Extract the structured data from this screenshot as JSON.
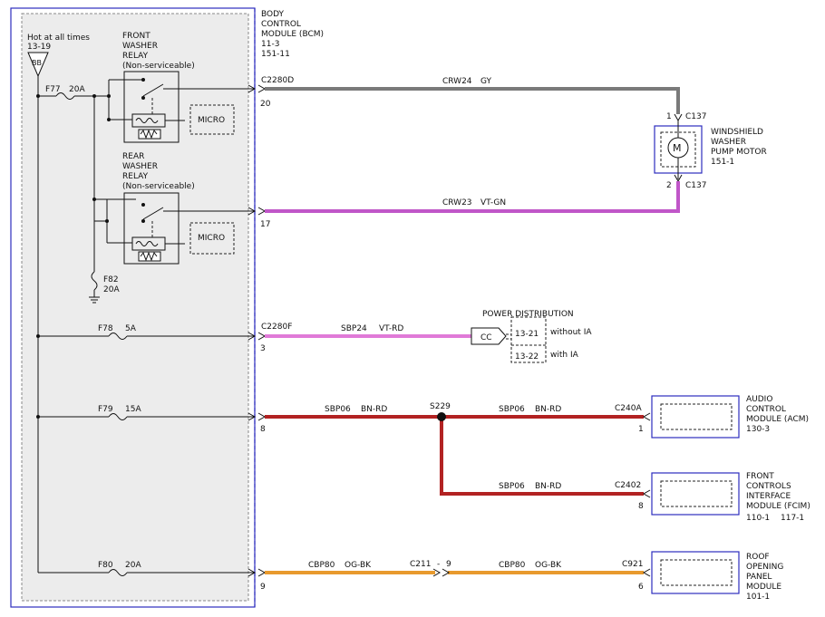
{
  "colors": {
    "wire_gy": "#7a7a7a",
    "wire_vt_gn": "#c056c8",
    "wire_vt_rd": "#e07ad8",
    "wire_bn_rd": "#b22222",
    "wire_og_bk": "#e89a2e",
    "module_outline": "#2d2dbf",
    "panel_fill": "#ececec"
  },
  "bcm": {
    "title_lines": [
      "BODY",
      "CONTROL",
      "MODULE (BCM)",
      "11-3",
      "151-11"
    ],
    "hot_text": "Hot at all times",
    "hot_ref": "13-19",
    "bus_label": "BB"
  },
  "fuses": {
    "f77": {
      "name": "F77",
      "rating": "20A"
    },
    "f82": {
      "name": "F82",
      "rating": "20A"
    },
    "f78": {
      "name": "F78",
      "rating": "5A"
    },
    "f79": {
      "name": "F79",
      "rating": "15A"
    },
    "f80": {
      "name": "F80",
      "rating": "20A"
    }
  },
  "relays": {
    "front": {
      "lines": [
        "FRONT",
        "WASHER",
        "RELAY",
        "(Non-serviceable)"
      ],
      "micro": "MICRO"
    },
    "rear": {
      "lines": [
        "REAR",
        "WASHER",
        "RELAY",
        "(Non-serviceable)"
      ],
      "micro": "MICRO"
    }
  },
  "connectors": {
    "c2280d": "C2280D",
    "c2280f": "C2280F",
    "pin20": "20",
    "pin17": "17",
    "pin3": "3",
    "pin8": "8",
    "pin9": "9"
  },
  "wires": {
    "crw24": "CRW24",
    "crw24_color": "GY",
    "crw23": "CRW23",
    "crw23_color": "VT-GN",
    "sbp24": "SBP24",
    "sbp24_color": "VT-RD",
    "sbp06": "SBP06",
    "sbp06_color": "BN-RD",
    "cbp80": "CBP80",
    "cbp80_color": "OG-BK"
  },
  "splice": {
    "name": "S229"
  },
  "inline": {
    "c211": "C211",
    "dash": "-",
    "pin": "9"
  },
  "pump": {
    "lines": [
      "WINDSHIELD",
      "WASHER",
      "PUMP MOTOR",
      "151-1"
    ],
    "conn": "C137",
    "pin1": "1",
    "pin2": "2",
    "symbol": "M"
  },
  "power_dist": {
    "title": "POWER DISTRIBUTION",
    "cc": "CC",
    "ref1": "13-21",
    "note1": "without IA",
    "ref2": "13-22",
    "note2": "with IA"
  },
  "acm": {
    "conn": "C240A",
    "pin": "1",
    "lines": [
      "AUDIO",
      "CONTROL",
      "MODULE (ACM)",
      "130-3"
    ]
  },
  "fcim": {
    "conn": "C2402",
    "pin": "8",
    "lines": [
      "FRONT",
      "CONTROLS",
      "INTERFACE",
      "MODULE (FCIM)"
    ],
    "ref1": "110-1",
    "ref2": "117-1"
  },
  "roof": {
    "conn": "C921",
    "pin": "6",
    "lines": [
      "ROOF",
      "OPENING",
      "PANEL",
      "MODULE",
      "101-1"
    ]
  }
}
